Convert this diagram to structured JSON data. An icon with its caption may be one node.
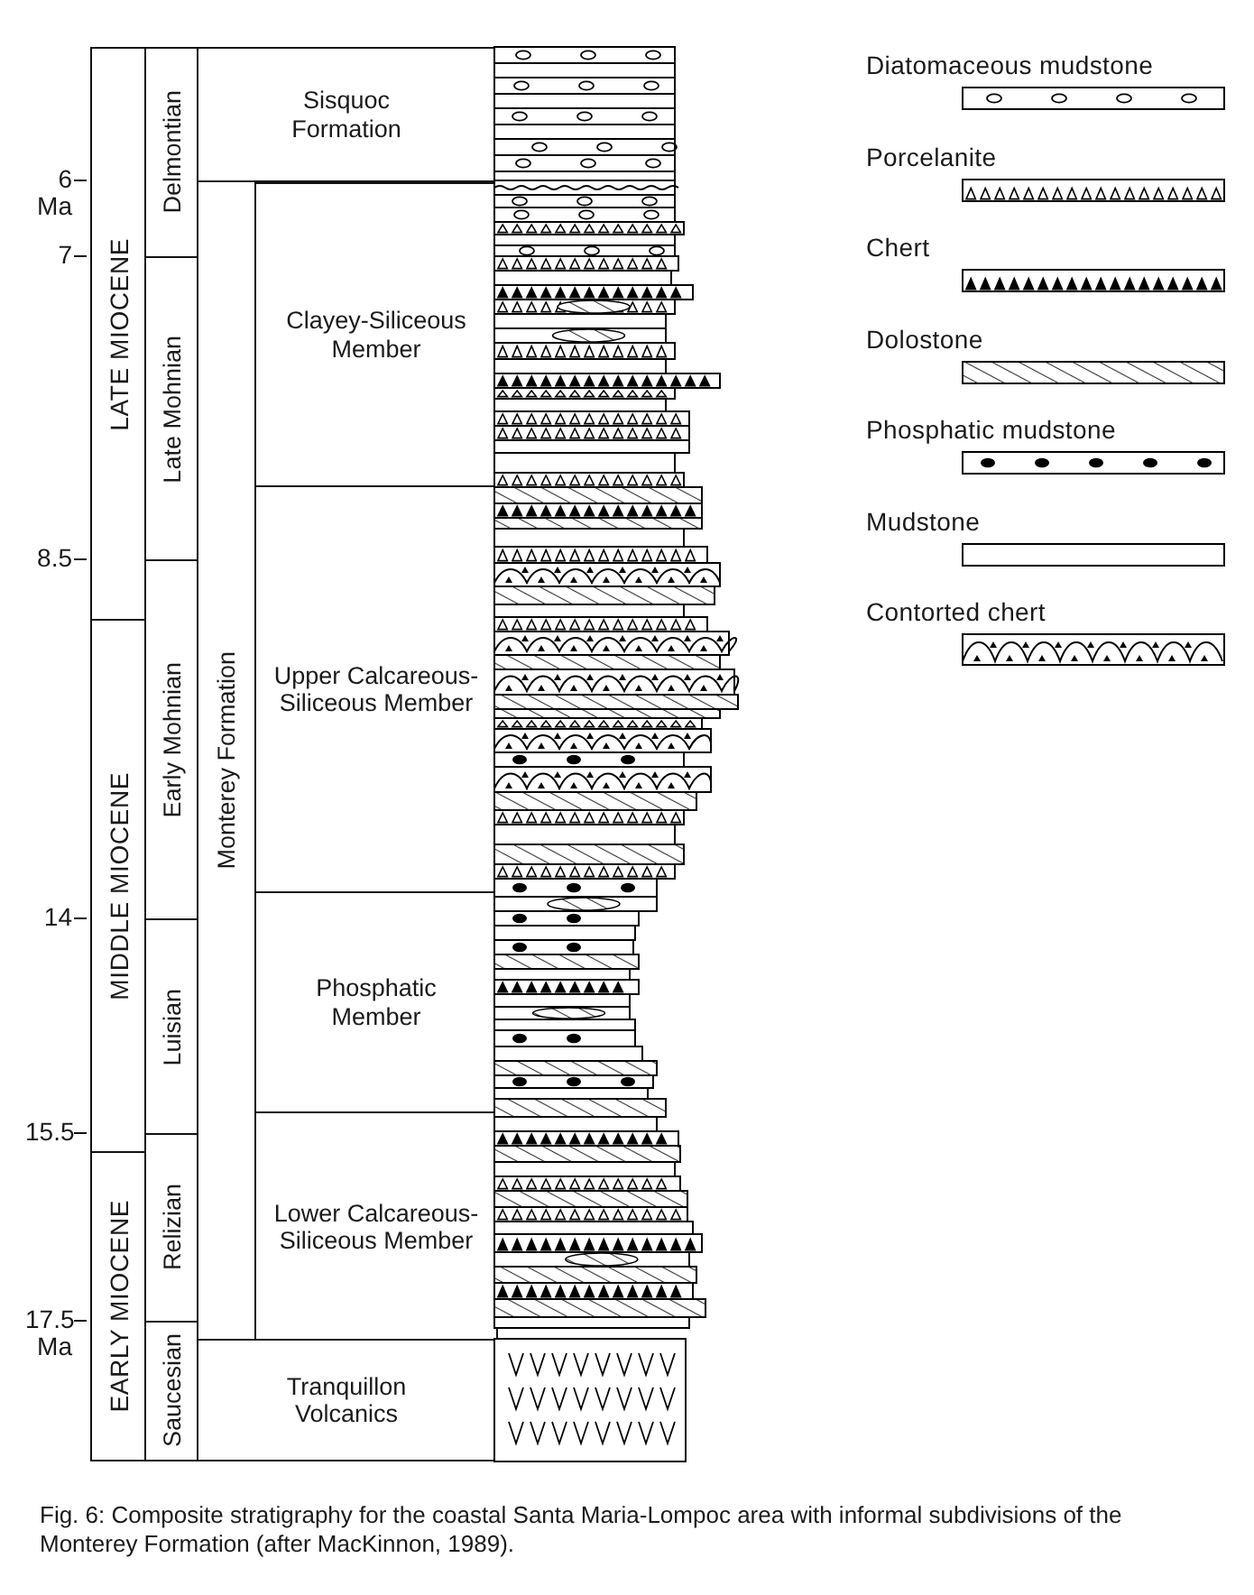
{
  "diagram": {
    "caption": "Fig. 6: Composite stratigraphy for the coastal Santa Maria-Lompoc area with informal subdivisions of the Monterey Formation (after MacKinnon, 1989).",
    "nodes": [
      {
        "text": [
          "LATE MIOCENE"
        ]
      },
      {
        "text": [
          "MIDDLE MIOCENE"
        ]
      },
      {
        "text": [
          "EARLY MIOCENE"
        ]
      },
      {
        "text": [
          "Delmontian"
        ]
      },
      {
        "text": [
          "Late Mohnian"
        ]
      },
      {
        "text": [
          "Early Mohnian"
        ]
      },
      {
        "text": [
          "Luisian"
        ]
      },
      {
        "text": [
          "Relizian"
        ]
      },
      {
        "text": [
          "Saucesian"
        ]
      },
      {
        "text": [
          "Sisquoc Formation"
        ]
      },
      {
        "text": [
          "Monterey Formation"
        ]
      },
      {
        "text": [
          "Clayey-Siliceous Member"
        ],
        "in": 10
      },
      {
        "text": [
          "Upper Calcareous-Siliceous Member"
        ],
        "in": 10
      },
      {
        "text": [
          "Phosphatic Member"
        ],
        "in": 10
      },
      {
        "text": [
          "Lower Calcareous-Siliceous Member"
        ],
        "in": 10
      },
      {
        "text": [
          "Tranquillon Volcanics"
        ]
      }
    ],
    "labels": [
      "6 Ma",
      "7",
      "8.5",
      "14",
      "15.5",
      "17.5 Ma"
    ],
    "legend": [
      {
        "text": "Diatomaceous mudstone"
      },
      {
        "text": "Porcelanite"
      },
      {
        "text": "Chert"
      },
      {
        "text": "Dolostone"
      },
      {
        "text": "Phosphatic mudstone"
      },
      {
        "text": "Mudstone"
      },
      {
        "text": "Contorted chert"
      }
    ]
  }
}
